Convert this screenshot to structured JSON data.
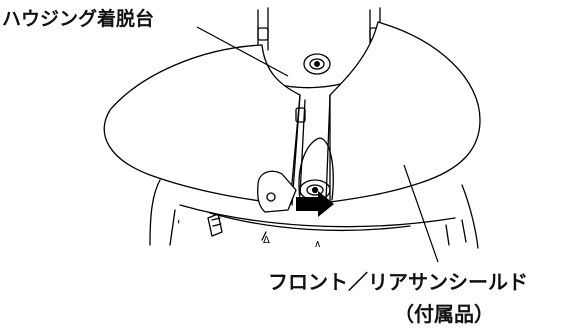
{
  "callouts": {
    "housing_mount": "ハウジング着脱台",
    "rear_sun_shield": "フロント／リアサンシールド",
    "included": "（付属品）"
  },
  "markings": {
    "triangle": "Δ",
    "caret": "∧",
    "single_quote": "'"
  },
  "colors": {
    "line": "#000000",
    "fill": "#ffffff",
    "arrow": "#000000"
  }
}
